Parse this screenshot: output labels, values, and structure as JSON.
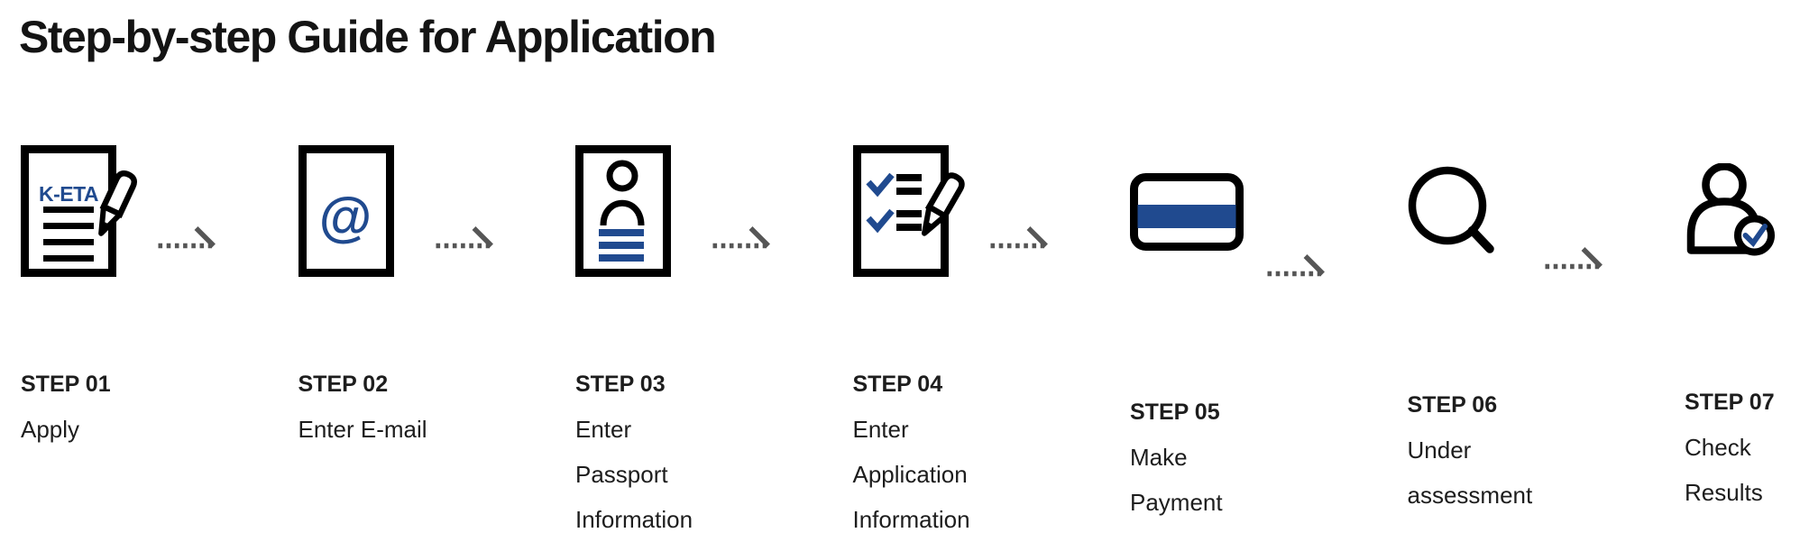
{
  "page": {
    "title": "Step-by-step Guide for Application"
  },
  "colors": {
    "accent_blue": "#204a8f",
    "icon_stroke": "#000000",
    "arrow_gray": "#565656",
    "text_dark": "#1d1d1d"
  },
  "icon_text": {
    "keta_label": "K-ETA",
    "email_symbol": "@"
  },
  "steps": [
    {
      "label": "STEP 01",
      "icon": "keta-document-pencil-icon",
      "caption_lines": [
        "Apply"
      ]
    },
    {
      "label": "STEP 02",
      "icon": "email-document-icon",
      "caption_lines": [
        "Enter E-mail"
      ]
    },
    {
      "label": "STEP 03",
      "icon": "passport-document-icon",
      "caption_lines": [
        "Enter",
        "Passport",
        "Information"
      ]
    },
    {
      "label": "STEP 04",
      "icon": "application-checklist-pencil-icon",
      "caption_lines": [
        "Enter",
        "Application",
        "Information"
      ]
    },
    {
      "label": "STEP 05",
      "icon": "credit-card-icon",
      "caption_lines": [
        "Make",
        "Payment"
      ]
    },
    {
      "label": "STEP 06",
      "icon": "magnifier-icon",
      "caption_lines": [
        "Under",
        "assessment"
      ]
    },
    {
      "label": "STEP 07",
      "icon": "person-check-icon",
      "caption_lines": [
        "Check",
        "Results"
      ]
    }
  ]
}
